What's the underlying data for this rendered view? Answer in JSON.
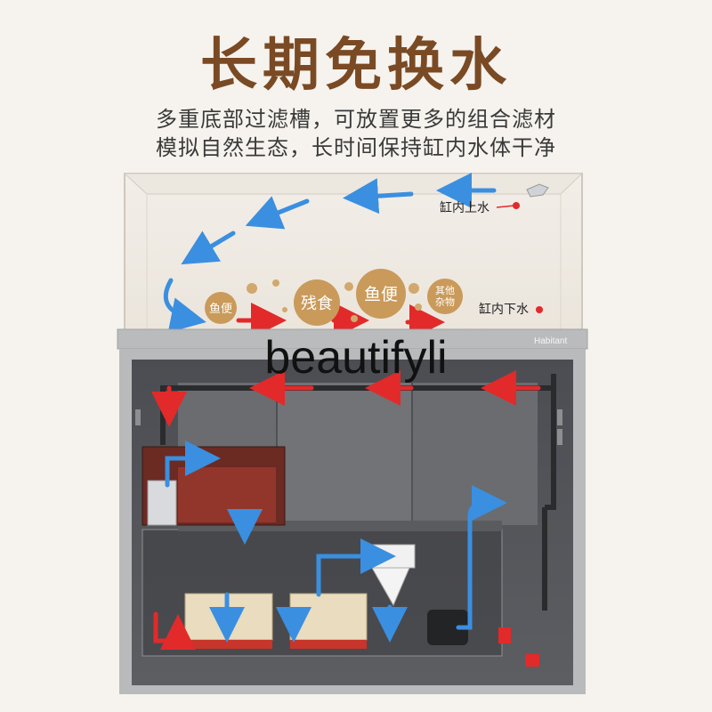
{
  "headline": "长期免换水",
  "description": {
    "line1": "多重底部过滤槽，可放置更多的组合滤材",
    "line2": "模拟自然生态，长时间保持缸内水体干净"
  },
  "tank_labels": {
    "inlet": "缸内上水",
    "outlet": "缸内下水"
  },
  "bubbles": {
    "fish_waste_small": "鱼便",
    "leftover_food": "残食",
    "fish_waste_large": "鱼便",
    "other_debris_line1": "其他",
    "other_debris_line2": "杂物"
  },
  "brand": "Habitant",
  "watermark": "beautifyli",
  "colors": {
    "title": "#7a4a24",
    "flow_clean": "#3a8fe0",
    "flow_dirty": "#e22a2a",
    "bubble": "#c99a5a",
    "cabinet": "#b9bbbd"
  }
}
